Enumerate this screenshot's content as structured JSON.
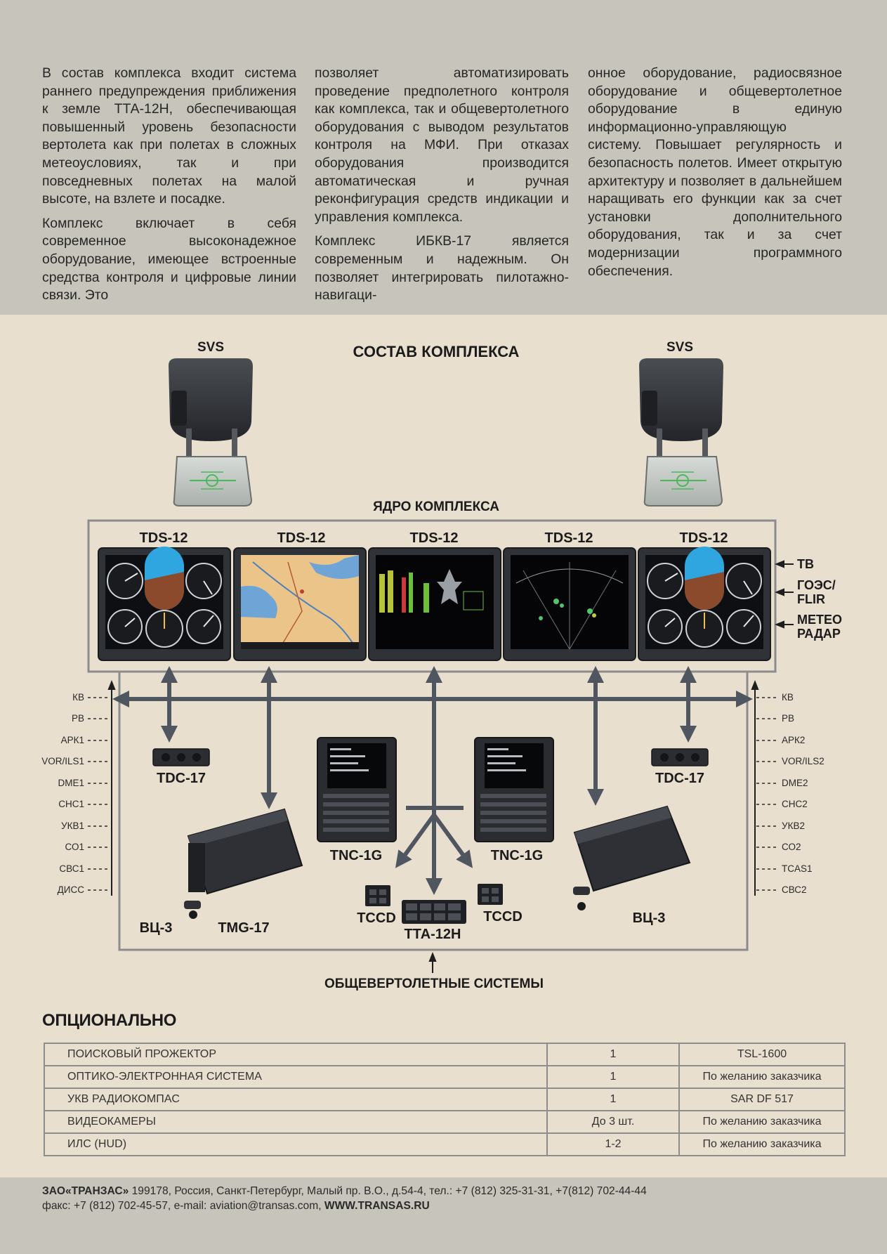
{
  "intro": {
    "col1_p1": "В состав комплекса входит система раннего предупреждения приближения к земле ТТА-12Н, обеспечивающая повышенный уровень безопасности вертолета как при полетах в сложных метеоусловиях, так и при повседневных полетах на малой высоте, на взлете и посадке.",
    "col1_p2": "Комплекс включает в себя современное высоконадежное оборудование, имеющее встроенные средства контроля и цифровые линии связи. Это",
    "col2_p1": "позволяет автоматизировать проведение предполетного контроля как комплекса, так и общевертолетного оборудования с выводом результатов контроля на МФИ. При отказах оборудования производится автоматическая и ручная реконфигурация средств индикации и управления комплекса.",
    "col2_p2": "Комплекс ИБКВ-17 является современным и надежным. Он позволяет интегрировать пилотажно-навигаци-",
    "col3_p1": "онное оборудование, радиосвязное оборудование и общевертолетное оборудование в единую информационно-управляющую систему. Повышает регулярность и безопасность полетов. Имеет открытую архитектуру и позволяет в дальнейшем наращивать его функции как за счет установки дополнительного оборудования, так и за счет модернизации программного обеспечения."
  },
  "diagram": {
    "title": "СОСТАВ КОМПЛЕКСА",
    "core_label": "ЯДРО КОМПЛЕКСА",
    "svs_left": "SVS",
    "svs_right": "SVS",
    "displays": [
      "TDS-12",
      "TDS-12",
      "TDS-12",
      "TDS-12",
      "TDS-12"
    ],
    "right_inputs": [
      "ТВ",
      "ГОЭС/",
      "FLIR",
      "МЕТЕО",
      "РАДАР"
    ],
    "left_systems": [
      "КВ",
      "РВ",
      "АРК1",
      "VOR/ILS1",
      "DME1",
      "СНС1",
      "УКВ1",
      "СО1",
      "СВС1",
      "ДИСС"
    ],
    "right_systems": [
      "КВ",
      "РВ",
      "АРК2",
      "VOR/ILS2",
      "DME2",
      "СНС2",
      "УКВ2",
      "СО2",
      "TCAS1",
      "СВС2"
    ],
    "tdc_left": "TDC-17",
    "tdc_right": "TDC-17",
    "tnc_left": "TNC-1G",
    "tnc_right": "TNC-1G",
    "vc_left": "ВЦ-3",
    "tmg": "TMG-17",
    "vc_right": "ВЦ-3",
    "tccd_left": "TCCD",
    "tccd_right": "TCCD",
    "tta": "ТТА-12Н",
    "bottom_label": "ОБЩЕВЕРТОЛЕТНЫЕ СИСТЕМЫ"
  },
  "optional": {
    "title": "ОПЦИОНАЛЬНО",
    "rows": [
      {
        "name": "ПОИСКОВЫЙ ПРОЖЕКТОР",
        "qty": "1",
        "note": "TSL-1600"
      },
      {
        "name": "ОПТИКО-ЭЛЕКТРОННАЯ СИСТЕМА",
        "qty": "1",
        "note": "По желанию заказчика"
      },
      {
        "name": "УКВ РАДИОКОМПАС",
        "qty": "1",
        "note": "SAR DF 517"
      },
      {
        "name": "ВИДЕОКАМЕРЫ",
        "qty": "До 3 шт.",
        "note": "По желанию заказчика"
      },
      {
        "name": "ИЛС (HUD)",
        "qty": "1-2",
        "note": "По желанию заказчика"
      }
    ]
  },
  "footer": {
    "company": "ЗАО«ТРАНЗАС»",
    "address": " 199178, Россия, Санкт-Петербург, Малый пр. В.О., д.54-4, тел.: +7 (812) 325-31-31, +7(812) 702-44-44",
    "fax_email": "факс: +7 (812) 702-45-57, e-mail: aviation@transas.com, ",
    "website": "WWW.TRANSAS.RU"
  }
}
